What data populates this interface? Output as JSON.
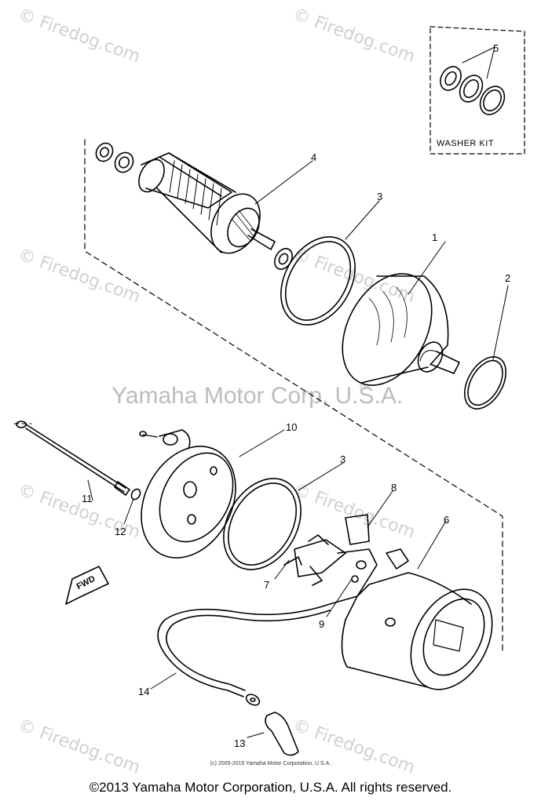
{
  "watermarks": {
    "tile": "© Firedog.com",
    "center": "Yamaha Motor Corp, U.S.A.",
    "tm": "TM"
  },
  "callouts": [
    "1",
    "2",
    "3",
    "3",
    "4",
    "5",
    "6",
    "7",
    "8",
    "9",
    "10",
    "11",
    "12",
    "13",
    "14"
  ],
  "washer_kit_label": "WASHER KIT",
  "fwd_label": "FWD",
  "copyright_small": "(c) 2005-2015 Yamaha Motor Corporation, U.S.A.",
  "copyright_main": "©2013 Yamaha Motor Corporation, U.S.A. All rights reserved."
}
